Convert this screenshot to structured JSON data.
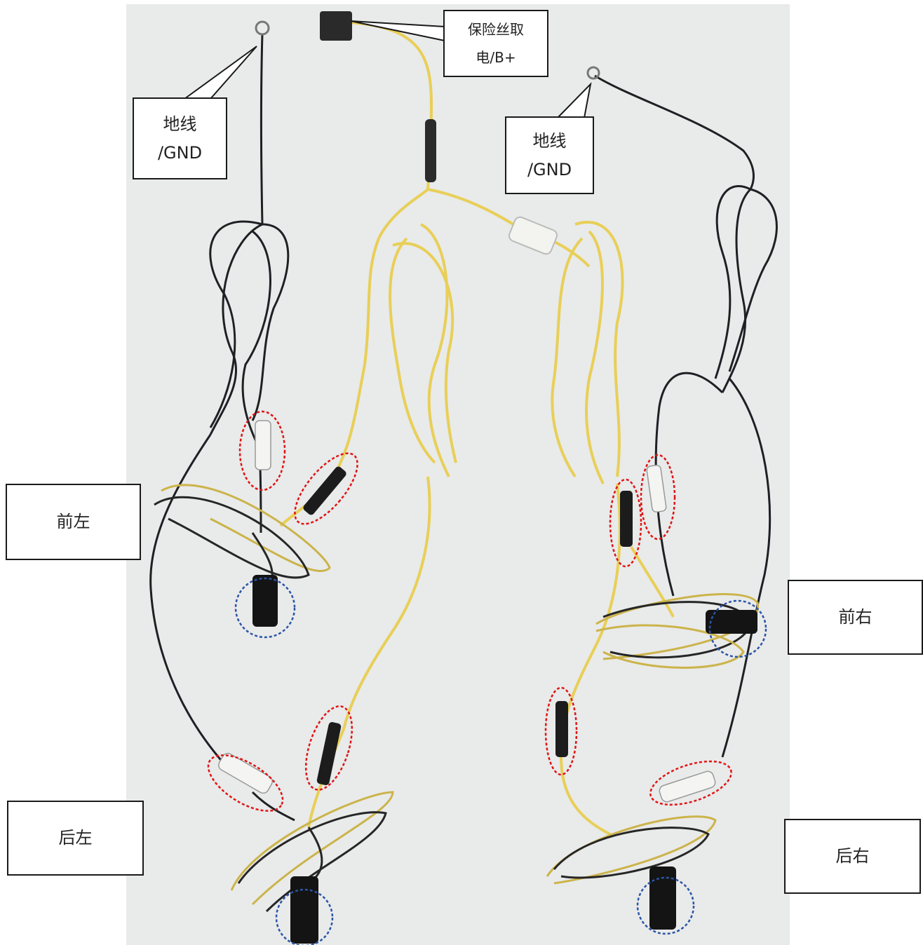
{
  "labels": {
    "fuse_power": [
      "保险丝取",
      "电/B+"
    ],
    "ground_left": [
      "地线",
      "/GND"
    ],
    "ground_right": [
      "地线",
      "/GND"
    ],
    "front_left": "前左",
    "front_right": "前右",
    "rear_left": "后左",
    "rear_right": "后右"
  },
  "colors": {
    "background_wall": "#e9eaea",
    "yellow_wire": "#e8cf57",
    "black_wire": "#1e2024",
    "red_marker": "#e01414",
    "blue_marker": "#2a55a8",
    "label_border": "#1a1a1a"
  }
}
